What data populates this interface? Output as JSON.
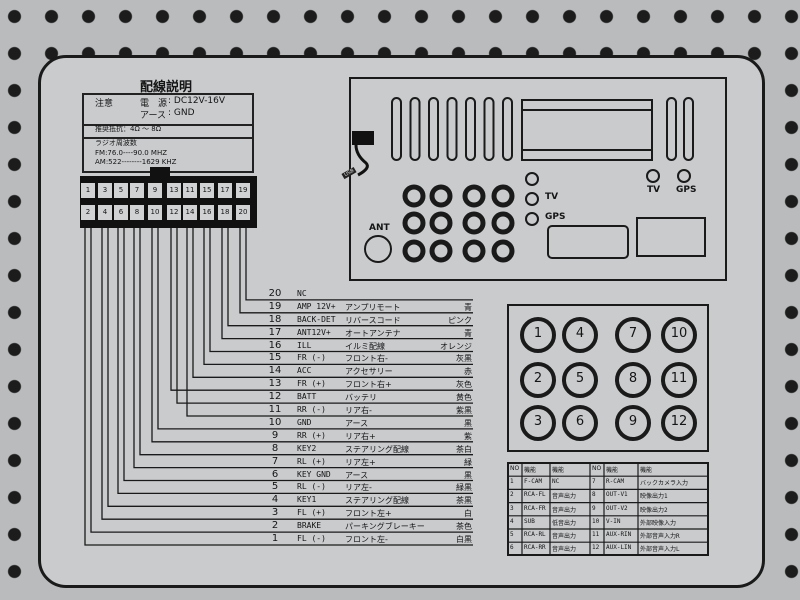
{
  "label": {
    "title": "配線説明",
    "notice": "注意",
    "power_label": "電　源",
    "power_value": ": DC12V-16V",
    "ground_label": "アース",
    "ground_value": ": GND",
    "impedance": "推奨抵抗：4Ω 〜 8Ω",
    "radio_title": "ラジオ周波数",
    "fm": "FM:76.0----90.0 MHZ",
    "am": "AM:522--------1629 KHZ"
  },
  "connector": {
    "top_pins": [
      "1",
      "3",
      "5",
      "7",
      "9",
      "13",
      "11",
      "15",
      "17",
      "19"
    ],
    "bottom_pins": [
      "2",
      "4",
      "6",
      "8",
      "10",
      "12",
      "14",
      "16",
      "18",
      "20"
    ]
  },
  "wiring": [
    {
      "no": "20",
      "code": "NC",
      "jp": "",
      "color": ""
    },
    {
      "no": "19",
      "code": "AMP 12V+",
      "jp": "アンプリモート",
      "color": "青"
    },
    {
      "no": "18",
      "code": "BACK-DET",
      "jp": "リバースコード",
      "color": "ピンク"
    },
    {
      "no": "17",
      "code": "ANT12V+",
      "jp": "オートアンテナ",
      "color": "青"
    },
    {
      "no": "16",
      "code": "ILL",
      "jp": "イルミ配線",
      "color": "オレンジ"
    },
    {
      "no": "15",
      "code": "FR (-)",
      "jp": "フロント右-",
      "color": "灰黒"
    },
    {
      "no": "14",
      "code": "ACC",
      "jp": "アクセサリー",
      "color": "赤"
    },
    {
      "no": "13",
      "code": "FR (+)",
      "jp": "フロント右+",
      "color": "灰色"
    },
    {
      "no": "12",
      "code": "BATT",
      "jp": "バッテリ",
      "color": "黄色"
    },
    {
      "no": "11",
      "code": "RR (-)",
      "jp": "リア右-",
      "color": "紫黒"
    },
    {
      "no": "10",
      "code": "GND",
      "jp": "アース",
      "color": "黒"
    },
    {
      "no": "9",
      "code": "RR (+)",
      "jp": "リア右+",
      "color": "紫"
    },
    {
      "no": "8",
      "code": "KEY2",
      "jp": "ステアリング配線",
      "color": "茶白"
    },
    {
      "no": "7",
      "code": "RL (+)",
      "jp": "リア左+",
      "color": "緑"
    },
    {
      "no": "6",
      "code": "KEY GND",
      "jp": "アース",
      "color": "黒"
    },
    {
      "no": "5",
      "code": "RL (-)",
      "jp": "リア左-",
      "color": "緑黒"
    },
    {
      "no": "4",
      "code": "KEY1",
      "jp": "ステアリング配線",
      "color": "茶黒"
    },
    {
      "no": "3",
      "code": "FL (+)",
      "jp": "フロント左+",
      "color": "白"
    },
    {
      "no": "2",
      "code": "BRAKE",
      "jp": "パーキングブレーキー",
      "color": "茶色"
    },
    {
      "no": "1",
      "code": "FL (-)",
      "jp": "フロント左-",
      "color": "白黒"
    }
  ],
  "rear_panel": {
    "usb": "USB",
    "ant": "ANT",
    "tv": "TV",
    "gps": "GPS",
    "tv2": "TV",
    "gps2": "GPS"
  },
  "rca_jacks": [
    [
      "1",
      "4",
      "7",
      "10"
    ],
    [
      "2",
      "5",
      "8",
      "11"
    ],
    [
      "3",
      "6",
      "9",
      "12"
    ]
  ],
  "rca_table": {
    "headers": [
      "NO",
      "機能",
      "機能",
      "NO",
      "機能",
      "機能"
    ],
    "rows": [
      [
        "1",
        "F-CAM",
        "NC",
        "7",
        "R-CAM",
        "バックカメラ入力"
      ],
      [
        "2",
        "RCA-FL",
        "音声出力",
        "8",
        "OUT-V1",
        "映像出力1"
      ],
      [
        "3",
        "RCA-FR",
        "音声出力",
        "9",
        "OUT-V2",
        "映像出力2"
      ],
      [
        "4",
        "SUB",
        "低音出力",
        "10",
        "V-IN",
        "外部映像入力"
      ],
      [
        "5",
        "RCA-RL",
        "音声出力",
        "11",
        "AUX-RIN",
        "外部音声入力R"
      ],
      [
        "6",
        "RCA-RR",
        "音声出力",
        "12",
        "AUX-LIN",
        "外部音声入力L"
      ]
    ]
  }
}
